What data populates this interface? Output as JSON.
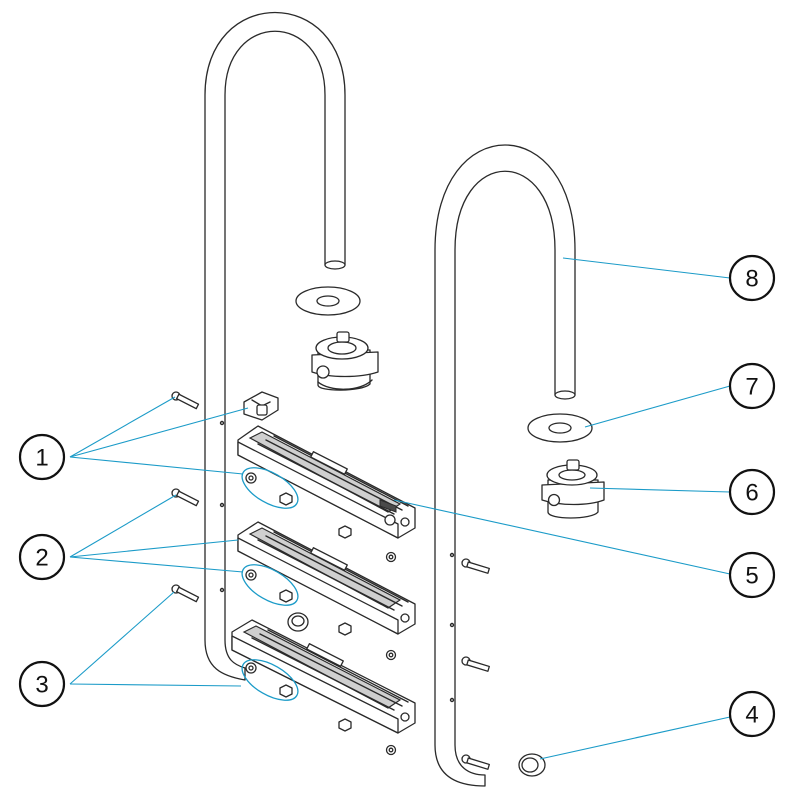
{
  "callouts": [
    {
      "id": "1",
      "label": "1"
    },
    {
      "id": "2",
      "label": "2"
    },
    {
      "id": "3",
      "label": "3"
    },
    {
      "id": "4",
      "label": "4"
    },
    {
      "id": "5",
      "label": "5"
    },
    {
      "id": "6",
      "label": "6"
    },
    {
      "id": "7",
      "label": "7"
    },
    {
      "id": "8",
      "label": "8"
    }
  ],
  "colors": {
    "leader_line": "#1b9bc8",
    "line_art": "#2a2a2a"
  }
}
